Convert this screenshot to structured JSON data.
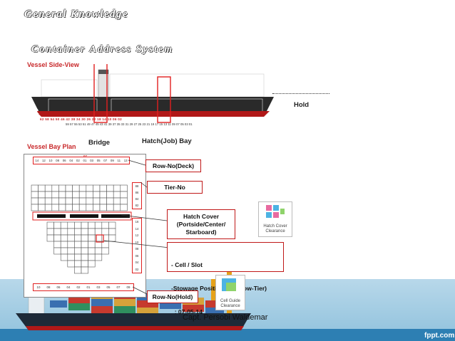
{
  "header": {
    "title": "General Knowledge",
    "subtitle": "Container Address System"
  },
  "labels": {
    "vessel_side_view": "Vessel Side-View",
    "vessel_bay_plan": "Vessel Bay Plan",
    "hold": "Hold",
    "bridge": "Bridge",
    "hatch_bay": "Hatch(Job) Bay"
  },
  "side_bay_numbers_top": [
    "62",
    "58",
    "54",
    "50",
    "46",
    "42",
    "38",
    "34",
    "30",
    "26",
    "22",
    "18",
    "14",
    "10",
    "06",
    "02"
  ],
  "side_bay_numbers_bottom": "59 57 55 53 51 49 47 45 43 41 39 37 35 33 31 29 27 25 23 21 19 17 15 13 11 09 07 05 03 01",
  "bay_plan": {
    "bay_no": "07",
    "deck_rows": [
      "14",
      "12",
      "10",
      "08",
      "06",
      "04",
      "02",
      "01",
      "03",
      "05",
      "07",
      "09",
      "11",
      "13"
    ],
    "hold_rows": [
      "10",
      "08",
      "06",
      "04",
      "02",
      "01",
      "03",
      "05",
      "07",
      "09"
    ],
    "deck_tiers": [
      "88",
      "86",
      "84",
      "82"
    ],
    "hold_tiers": [
      "16",
      "14",
      "12",
      "10",
      "08",
      "06",
      "04",
      "02"
    ]
  },
  "callouts": {
    "row_no_deck": "Row-No(Deck)",
    "tier_no": "Tier-No",
    "hatch_cover": [
      "Hatch Cover",
      "(Portside/Center/",
      "Starboard)"
    ],
    "cell_slot": [
      "- Cell / Slot",
      "-Stowage Position(Bay-Row-Tier)",
      "  : 07-05-14"
    ],
    "row_no_hold": "Row-No(Hold)"
  },
  "icons": {
    "hatch_cover_clearance": [
      "Hatch Cover",
      "Clearance"
    ],
    "cell_guide_clearance": [
      "Cell Guide",
      "Clearance"
    ]
  },
  "footer": {
    "credit": "Capt. Persobi Waldemar",
    "brand": "fppt.com"
  },
  "colors": {
    "accent_red": "#c8282a",
    "hull_red": "#b01818",
    "hull_dark": "#1e2a38",
    "sea": "#a9d0e6"
  }
}
